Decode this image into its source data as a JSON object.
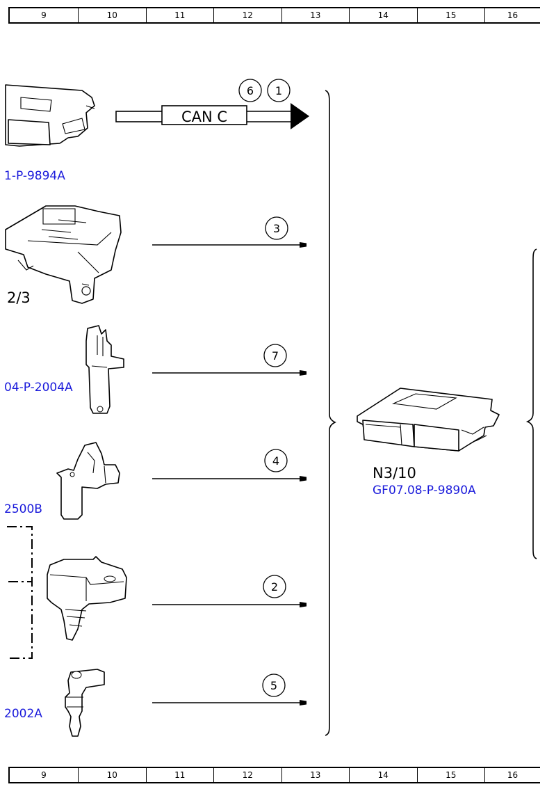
{
  "ruler": {
    "cells": [
      "9",
      "10",
      "11",
      "12",
      "13",
      "14",
      "15",
      "16"
    ]
  },
  "labels": {
    "can_c": "CAN C",
    "top_module_code": "1-P-9894A",
    "part2_code": "2/3",
    "part3_code": "04-P-2004A",
    "part4_code": "2500B",
    "part6_code": "2002A",
    "module_name": "N3/10",
    "module_code": "GF07.08-P-9890A"
  },
  "signals": {
    "can_refs": [
      "6",
      "1"
    ],
    "ref_part2": "3",
    "ref_part3": "7",
    "ref_part4": "4",
    "ref_part5": "2",
    "ref_part6": "5"
  },
  "colors": {
    "reference_link": "#1a1adb",
    "line": "#000000"
  }
}
